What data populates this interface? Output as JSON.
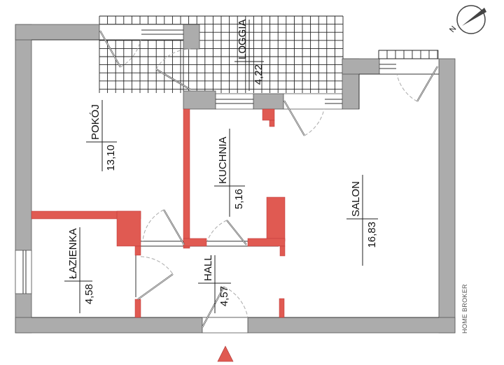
{
  "rooms": {
    "pokoj": {
      "name": "POKÓJ",
      "area": "13,10"
    },
    "loggia": {
      "name": "LOGGIA",
      "area": "4,22"
    },
    "kuchnia": {
      "name": "KUCHNIA",
      "area": "5,16"
    },
    "salon": {
      "name": "SALON",
      "area": "16,83"
    },
    "lazienka": {
      "name": "ŁAZIENKA",
      "area": "4,58"
    },
    "hall": {
      "name": "HALL",
      "area": "4,57"
    }
  },
  "compass": {
    "label": "N"
  },
  "brand": "HOME BROKER",
  "colors": {
    "wall": "#acacac",
    "new_wall": "#e05a52",
    "entrance_marker": "#e05a52"
  }
}
